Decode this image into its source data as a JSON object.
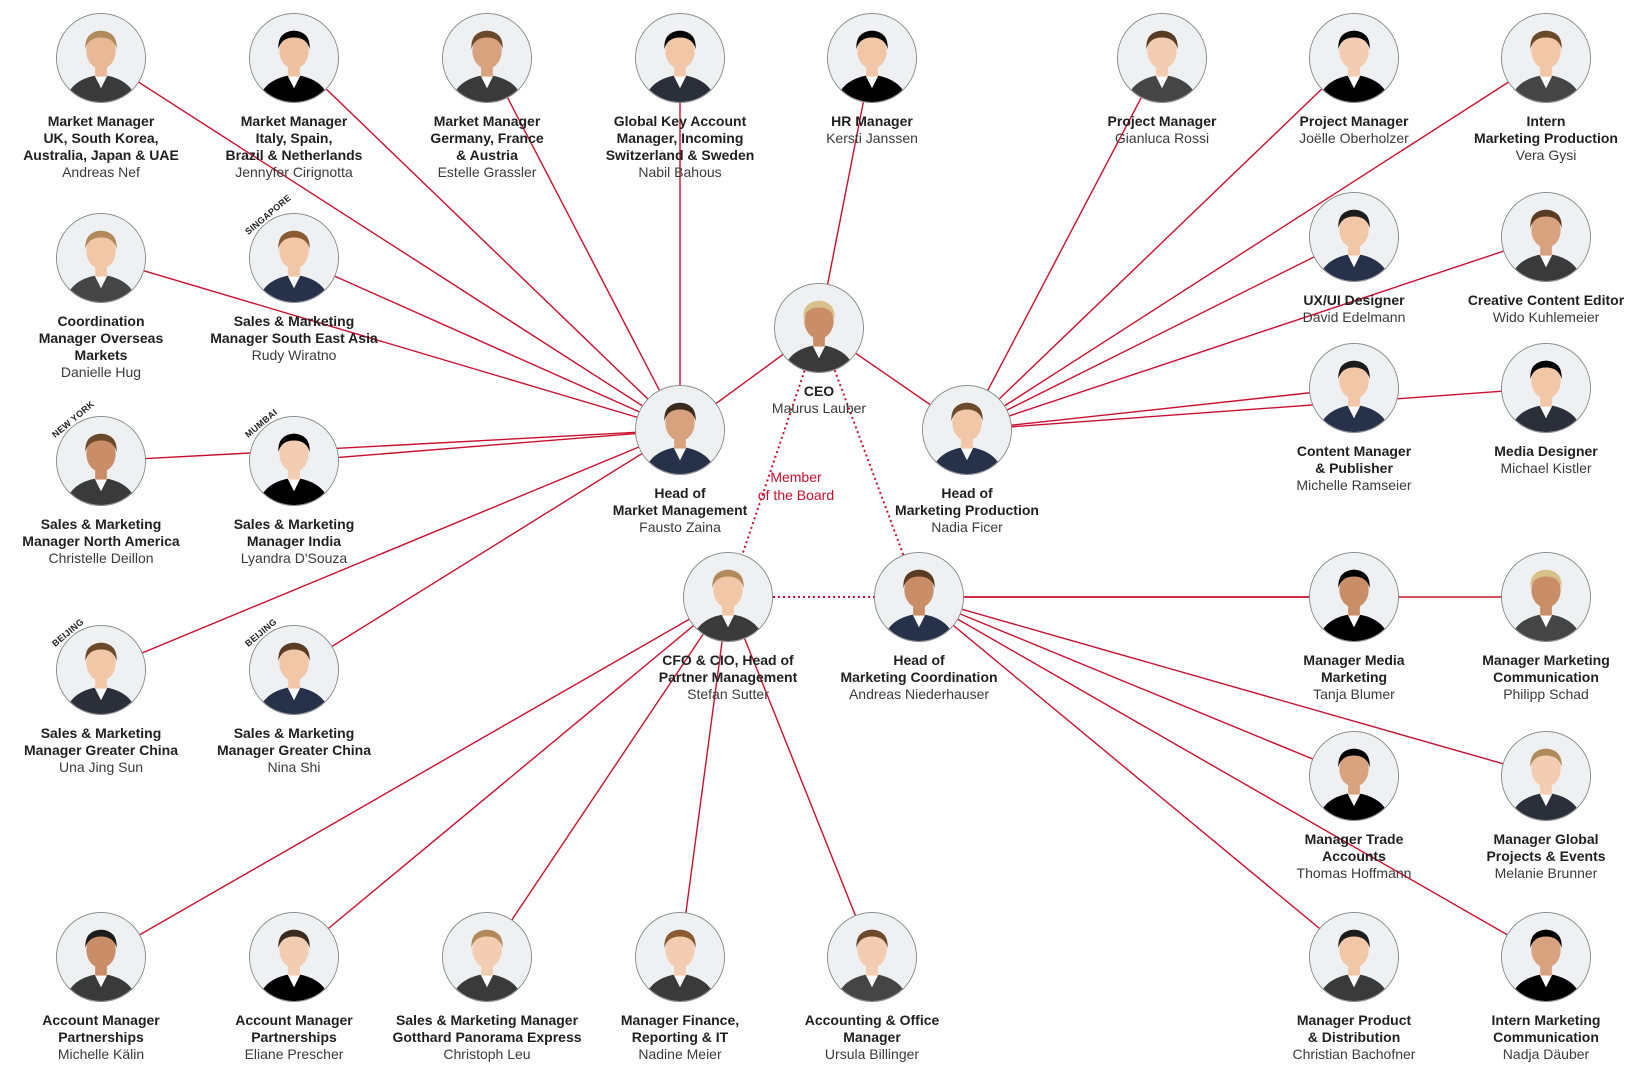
{
  "people": {
    "ceo": {
      "role": "CEO",
      "name": "Maurus Lauber"
    },
    "head_mm": {
      "role": "Head of Market Management",
      "name": "Fausto Zaina"
    },
    "head_mp": {
      "role": "Head of Marketing Production",
      "name": "Nadia Ficer"
    },
    "cfo": {
      "role": "CFO & CIO, Head of Partner Management",
      "name": "Stefan Sutter"
    },
    "head_mc": {
      "role": "Head of Marketing Coordination",
      "name": "Andreas Niederhauser"
    },
    "nef": {
      "role": "Market Manager UK, South Korea, Australia, Japan & UAE",
      "name": "Andreas Nef"
    },
    "cirignotta": {
      "role": "Market Manager Italy, Spain, Brazil & Netherlands",
      "name": "Jennyfer Cirignotta"
    },
    "grassler": {
      "role": "Market Manager Germany, France & Austria",
      "name": "Estelle Grassler"
    },
    "bahous": {
      "role": "Global Key Account Manager, Incoming Switzerland & Sweden",
      "name": "Nabil Bahous"
    },
    "janssen": {
      "role": "HR Manager",
      "name": "Kersti Janssen"
    },
    "hug": {
      "role": "Coordination Manager Overseas Markets",
      "name": "Danielle Hug"
    },
    "wiratno": {
      "role": "Sales & Marketing Manager South East Asia",
      "name": "Rudy Wiratno",
      "tag": "SINGAPORE"
    },
    "deillon": {
      "role": "Sales & Marketing Manager North America",
      "name": "Christelle Deillon",
      "tag": "NEW YORK"
    },
    "dsouza": {
      "role": "Sales & Marketing Manager India",
      "name": "Lyandra D'Souza",
      "tag": "MUMBAI"
    },
    "sun": {
      "role": "Sales & Marketing Manager Greater China",
      "name": "Una Jing Sun",
      "tag": "BEIJING"
    },
    "shi": {
      "role": "Sales & Marketing Manager Greater China",
      "name": "Nina Shi",
      "tag": "BEIJING"
    },
    "rossi": {
      "role": "Project Manager",
      "name": "Gianluca Rossi"
    },
    "oberholzer": {
      "role": "Project Manager",
      "name": "Joëlle Oberholzer"
    },
    "gysi": {
      "role": "Intern Marketing Production",
      "name": "Vera Gysi"
    },
    "edelmann": {
      "role": "UX/UI Designer",
      "name": "David Edelmann"
    },
    "kuhlemeier": {
      "role": "Creative Content Editor",
      "name": "Wido Kuhlemeier"
    },
    "ramseier": {
      "role": "Content Manager & Publisher",
      "name": "Michelle Ramseier"
    },
    "kistler": {
      "role": "Media Designer",
      "name": "Michael Kistler"
    },
    "blumer": {
      "role": "Manager Media Marketing",
      "name": "Tanja Blumer"
    },
    "schad": {
      "role": "Manager Marketing Communication",
      "name": "Philipp Schad"
    },
    "hoffmann": {
      "role": "Manager Trade Accounts",
      "name": "Thomas Hoffmann"
    },
    "brunner": {
      "role": "Manager Global Projects & Events",
      "name": "Melanie Brunner"
    },
    "bachofner": {
      "role": "Manager Product & Distribution",
      "name": "Christian Bachofner"
    },
    "dauber": {
      "role": "Intern Marketing Communication",
      "name": "Nadja Däuber"
    },
    "kalin": {
      "role": "Account Manager Partnerships",
      "name": "Michelle Kälin"
    },
    "prescher": {
      "role": "Account Manager Partnerships",
      "name": "Eliane Prescher"
    },
    "leu": {
      "role": "Sales & Marketing Manager Gotthard Panorama Express",
      "name": "Christoph Leu"
    },
    "meier": {
      "role": "Manager Finance, Reporting & IT",
      "name": "Nadine Meier"
    },
    "billinger": {
      "role": "Accounting & Office Manager",
      "name": "Ursula Billinger"
    }
  },
  "board_label": "Member of the Board",
  "colors": {
    "line": "#c8102e",
    "avatar_border": "#8a8a8a",
    "text": "#1f1f1f"
  }
}
